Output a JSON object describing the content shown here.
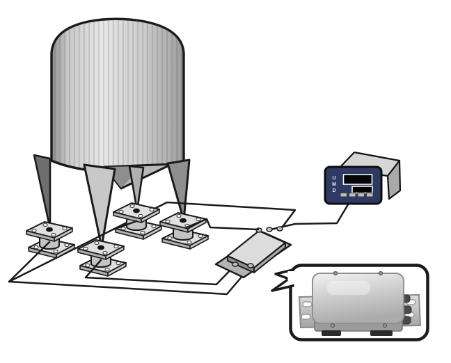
{
  "figure": {
    "name": "silo-weighing-system-diagram",
    "background": "#ffffff"
  },
  "silo": {
    "leg_count": "4",
    "color_light": "#e8e8e8",
    "color_dark": "#8f8f8f"
  },
  "load_cells": {
    "count": "4",
    "plate_color": "#e0e0e0",
    "cylinder_color": "#c4c4c4"
  },
  "junction_box": {
    "top_connectors": "3",
    "bottom_connectors": "2",
    "body_color": "#dcdcdc",
    "base_color": "#b3b3b3"
  },
  "indicator": {
    "letters": [
      "U",
      "M",
      "D"
    ],
    "panel_color": "#2e3a64",
    "display_count": "2",
    "button_count": "4"
  },
  "callout": {
    "content": "junction-box-photo",
    "frame_color": "#1a1a1a"
  },
  "colors": {
    "outline": "#1a1a1a",
    "cable": "#1a1a1a",
    "background": "#ffffff"
  }
}
